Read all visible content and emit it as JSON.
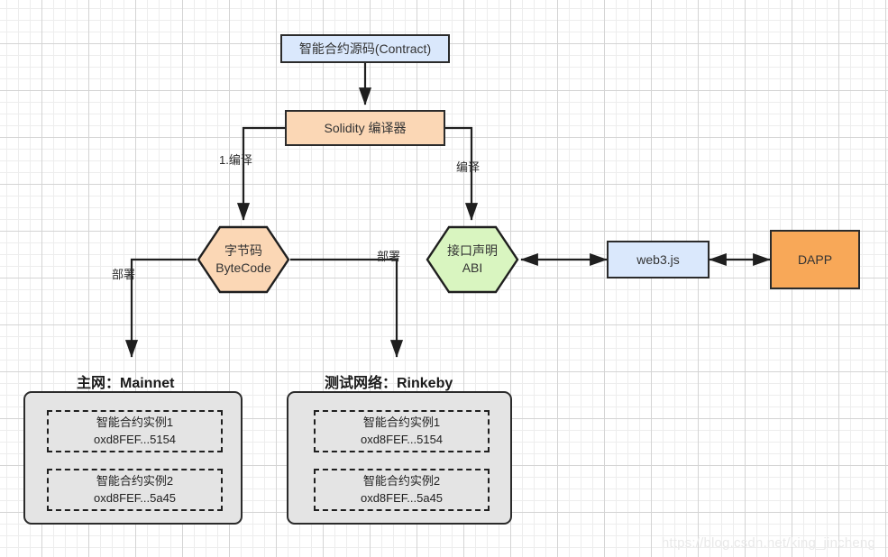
{
  "diagram": {
    "title_watermark": "https://blog.csdn.net/king_jincheng",
    "nodes": {
      "contract_source": "智能合约源码(Contract)",
      "solidity_compiler": "Solidity 编译器",
      "bytecode_line1": "字节码",
      "bytecode_line2": "ByteCode",
      "abi_line1": "接口声明",
      "abi_line2": "ABI",
      "web3": "web3.js",
      "dapp": "DAPP"
    },
    "edge_labels": {
      "compile_left": "1.编译",
      "compile_right": "编译",
      "deploy_left": "部署",
      "deploy_right": "部署"
    },
    "networks": [
      {
        "title": "主网：Mainnet",
        "instances": [
          {
            "name": "智能合约实例1",
            "address": "oxd8FEF...5154"
          },
          {
            "name": "智能合约实例2",
            "address": "oxd8FEF...5a45"
          }
        ]
      },
      {
        "title": "测试网络：Rinkeby",
        "instances": [
          {
            "name": "智能合约实例1",
            "address": "oxd8FEF...5154"
          },
          {
            "name": "智能合约实例2",
            "address": "oxd8FEF...5a45"
          }
        ]
      }
    ],
    "colors": {
      "blue_fill": "#dae8fc",
      "orange_fill": "#fbd7b5",
      "green_fill": "#d9f5c0",
      "dapp_fill": "#f8a858",
      "panel_fill": "#e4e4e4",
      "stroke": "#2b2b2b"
    }
  }
}
